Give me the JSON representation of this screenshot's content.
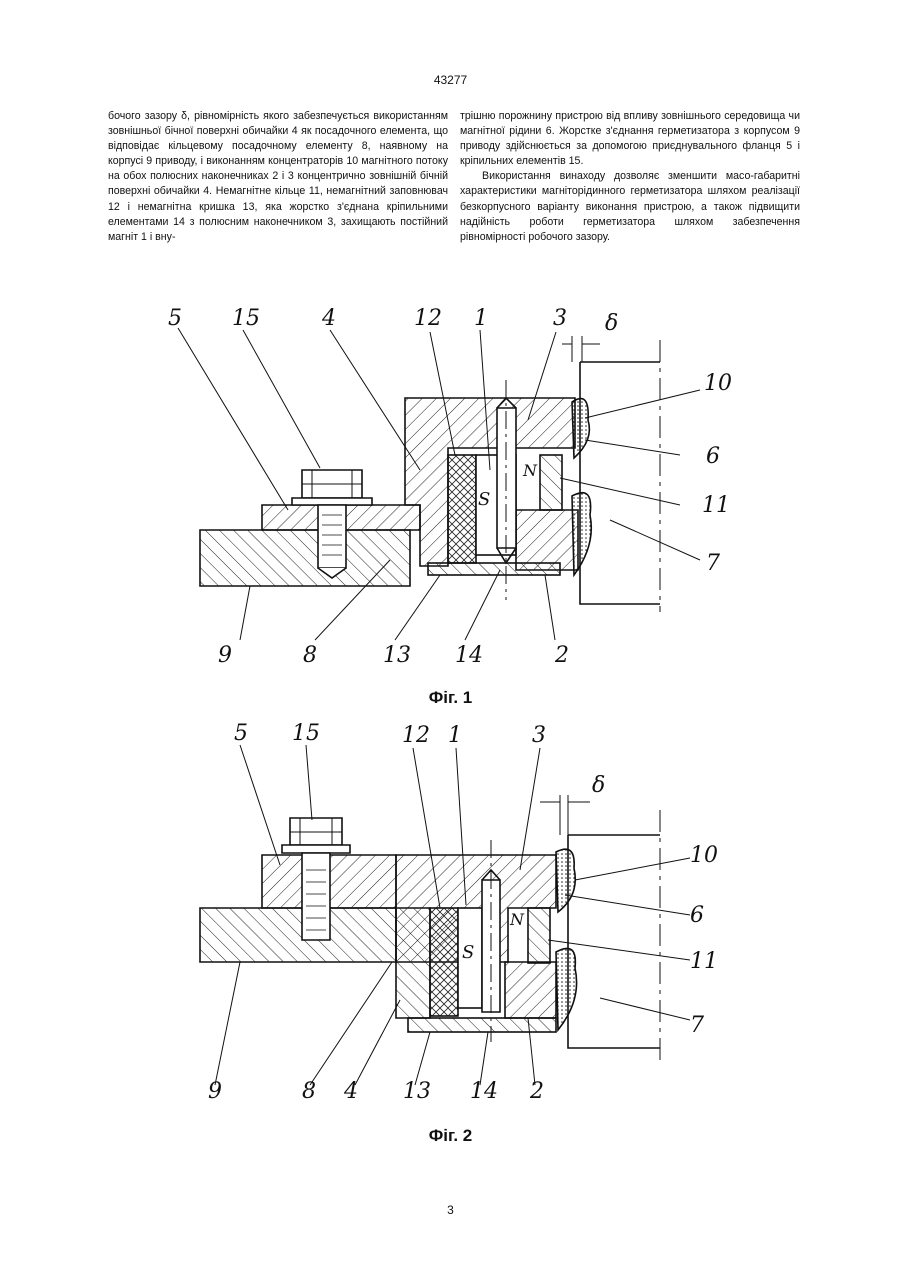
{
  "header": {
    "page_id": "43277"
  },
  "footer": {
    "page_number": "3"
  },
  "text": {
    "left_column": "бочого зазору δ, рівномірність якого забезпечується використанням зовнішньої бічної поверхні обичайки 4 як посадочного елемента, що відповідає кільцевому посадочному елементу 8, наявному на корпусі 9 приводу, і виконанням концентраторів 10 магнітного потоку на обох полюсних наконечниках 2 і 3 концентрично зовнішній бічній поверхні обичайки 4. Немагнітне кільце 11, немагнітний заповнювач 12 і немагнітна кришка 13, яка жорстко з'єднана кріпильними елементами 14 з полюсним наконечником 3, захищають постійний магніт 1 і вну-",
    "right_column_p1": "трішню порожнину пристрою від впливу зовнішнього середовища чи магнітної рідини 6. Жорстке з'єднання герметизатора з корпусом 9 приводу здійснюється за допомогою приєднувального фланця 5 і кріпильних елементів 15.",
    "right_column_p2": "Використання винаходу дозволяє зменшити масо-габаритні характеристики магніторідинного герметизатора шляхом реалізації безкорпусного варіанту виконання пристрою, а також підвищити надійність роботи герметизатора шляхом забезпечення рівномірності робочого зазору."
  },
  "figures": [
    {
      "caption": "Фіг. 1",
      "labels": {
        "l5": "5",
        "l15": "15",
        "l4": "4",
        "l12": "12",
        "l1": "1",
        "l3": "3",
        "ldelta": "δ",
        "l10": "10",
        "l6": "6",
        "l11": "11",
        "l7": "7",
        "l9": "9",
        "l8": "8",
        "l13": "13",
        "l14": "14",
        "l2": "2",
        "pole_s": "S",
        "pole_n": "N"
      }
    },
    {
      "caption": "Фіг. 2",
      "labels": {
        "l5": "5",
        "l15": "15",
        "l12": "12",
        "l1": "1",
        "l3": "3",
        "ldelta": "δ",
        "l10": "10",
        "l6": "6",
        "l11": "11",
        "l7": "7",
        "l9": "9",
        "l8": "8",
        "l4": "4",
        "l13": "13",
        "l14": "14",
        "l2": "2",
        "pole_s": "S",
        "pole_n": "N"
      }
    }
  ]
}
